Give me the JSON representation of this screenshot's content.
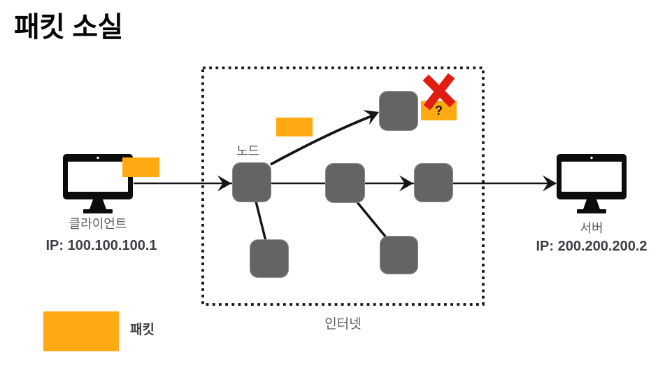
{
  "title": "패킷 소실",
  "client": {
    "label": "클라이언트",
    "ip": "IP: 100.100.100.1",
    "icon": "monitor-icon"
  },
  "server": {
    "label": "서버",
    "ip": "IP: 200.200.200.2",
    "icon": "monitor-icon"
  },
  "internet": {
    "label": "인터넷",
    "node_label": "노드"
  },
  "packet": {
    "lost_marker": "?",
    "loss_icon": "x-mark-icon"
  },
  "legend": {
    "label": "패킷"
  },
  "colors": {
    "packet": "#FFA913",
    "node": "#646464",
    "loss": "#E01D10",
    "line": "#141414",
    "label-gray": "#5B5F63",
    "label-dark": "#3C4046"
  }
}
